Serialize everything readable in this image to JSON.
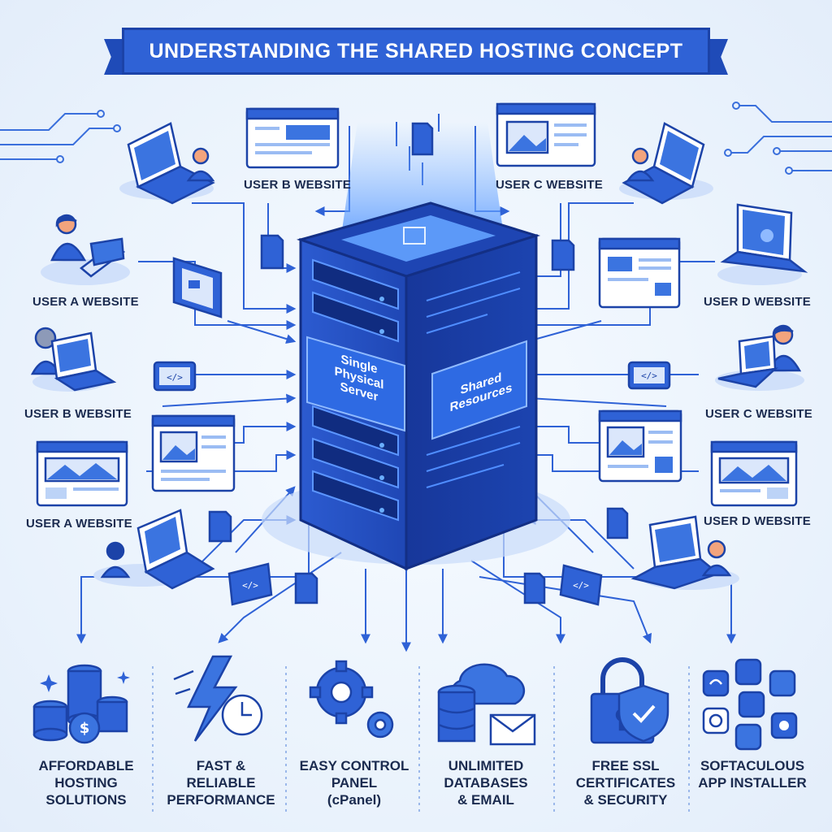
{
  "header": {
    "title": "UNDERSTANDING THE SHARED HOSTING CONCEPT"
  },
  "server": {
    "front_label": [
      "Single",
      "Physical",
      "Server"
    ],
    "side_label": [
      "Shared",
      "Resources"
    ]
  },
  "websites": [
    {
      "id": "b-top",
      "label": "USER B WEBSITE"
    },
    {
      "id": "c-top",
      "label": "USER C WEBSITE"
    },
    {
      "id": "a-left-1",
      "label": "USER A WEBSITE"
    },
    {
      "id": "d-right-1",
      "label": "USER D WEBSITE"
    },
    {
      "id": "b-left-2",
      "label": "USER B WEBSITE"
    },
    {
      "id": "c-right-2",
      "label": "USER C WEBSITE"
    },
    {
      "id": "a-left-3",
      "label": "USER A WEBSITE"
    },
    {
      "id": "d-right-3",
      "label": "USER D WEBSITE"
    }
  ],
  "features": [
    {
      "icon": "coins-icon",
      "lines": [
        "Affordable",
        "Hosting",
        "Solutions"
      ]
    },
    {
      "icon": "lightning-clock-icon",
      "lines": [
        "Fast &",
        "Reliable",
        "Performance"
      ]
    },
    {
      "icon": "gears-icon",
      "lines": [
        "Easy Control",
        "Panel",
        "(cPanel)"
      ]
    },
    {
      "icon": "database-cloud-email-icon",
      "lines": [
        "Unlimited",
        "Databases",
        "& Email"
      ]
    },
    {
      "icon": "lock-shield-icon",
      "lines": [
        "Free SSL",
        "Certificates",
        "& Security"
      ]
    },
    {
      "icon": "app-grid-icon",
      "lines": [
        "Softaculous",
        "App Installer"
      ]
    }
  ],
  "colors": {
    "primary": "#2f62d6",
    "dark": "#1c43a8",
    "light": "#d6e4fb",
    "text": "#1b2b4f"
  }
}
